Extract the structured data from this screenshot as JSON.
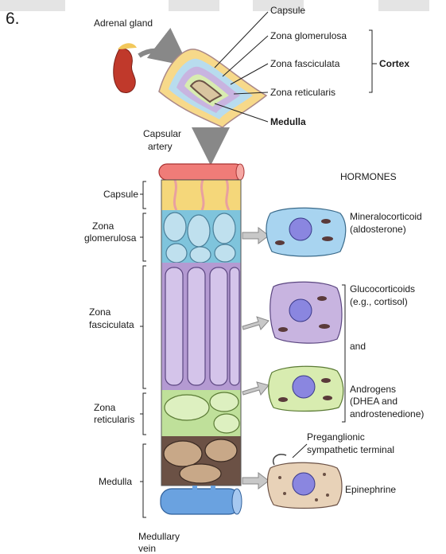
{
  "question_number": "6.",
  "labels": {
    "adrenal_gland": "Adrenal gland",
    "capsule_top": "Capsule",
    "zona_glomerulosa_top": "Zona glomerulosa",
    "zona_fasciculata_top": "Zona fasciculata",
    "zona_reticularis_top": "Zona reticularis",
    "cortex": "Cortex",
    "medulla_top": "Medulla",
    "capsular_artery_1": "Capsular",
    "capsular_artery_2": "artery",
    "hormones_heading": "HORMONES",
    "capsule_left": "Capsule",
    "zona_glomerulosa_left_1": "Zona",
    "zona_glomerulosa_left_2": "glomerulosa",
    "zona_fasciculata_left_1": "Zona",
    "zona_fasciculata_left_2": "fasciculata",
    "zona_reticularis_left_1": "Zona",
    "zona_reticularis_left_2": "reticularis",
    "medulla_left": "Medulla",
    "medullary_vein_1": "Medullary",
    "medullary_vein_2": "vein"
  },
  "hormones": {
    "mineralocorticoid_1": "Mineralocorticoid",
    "mineralocorticoid_2": "(aldosterone)",
    "glucocorticoids_1": "Glucocorticoids",
    "glucocorticoids_2": "(e.g., cortisol)",
    "and": "and",
    "androgens_1": "Androgens",
    "androgens_2": "(DHEA and",
    "androgens_3": "androstenedione)",
    "preganglionic_1": "Preganglionic",
    "preganglionic_2": "sympathetic terminal",
    "epinephrine": "Epinephrine"
  },
  "colors": {
    "capsule": "#f5d77a",
    "glomerulosa": "#7fc4dc",
    "fasciculata": "#b49ad2",
    "reticularis": "#bfe09a",
    "medulla": "#6b5145",
    "artery": "#f07c78",
    "vein": "#6aa2e0",
    "nucleus": "#8a86e0"
  }
}
